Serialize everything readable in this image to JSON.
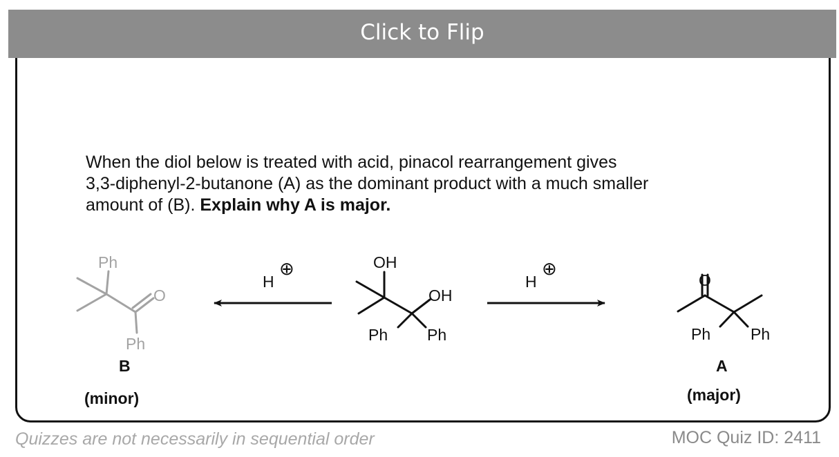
{
  "flip_button": {
    "label": "Click to Flip"
  },
  "question": {
    "line1": "When the diol below is treated with acid, pinacol rearrangement gives",
    "line2": "3,3-diphenyl-2-butanone (A) as the dominant product with a much smaller",
    "line3_prefix": "amount of (B). ",
    "line3_bold": "Explain why A is major."
  },
  "scheme": {
    "reagent_left": "H",
    "reagent_right": "H",
    "charge_symbol": "⊕",
    "reactant": {
      "oh_top": "OH",
      "oh_right": "OH",
      "ph_left": "Ph",
      "ph_right": "Ph"
    },
    "product_b": {
      "ph_top": "Ph",
      "o": "O",
      "ph_bottom": "Ph",
      "label": "B",
      "caption": "(minor)"
    },
    "product_a": {
      "o": "O",
      "ph_left": "Ph",
      "ph_right": "Ph",
      "label": "A",
      "caption": "(major)"
    }
  },
  "colors": {
    "bar": "#8c8c8c",
    "minor_structure": "#a3a3a3",
    "text": "#111111"
  },
  "footer": {
    "note": "Quizzes are not necessarily in sequential order",
    "quiz_id": "MOC Quiz ID: 2411"
  }
}
